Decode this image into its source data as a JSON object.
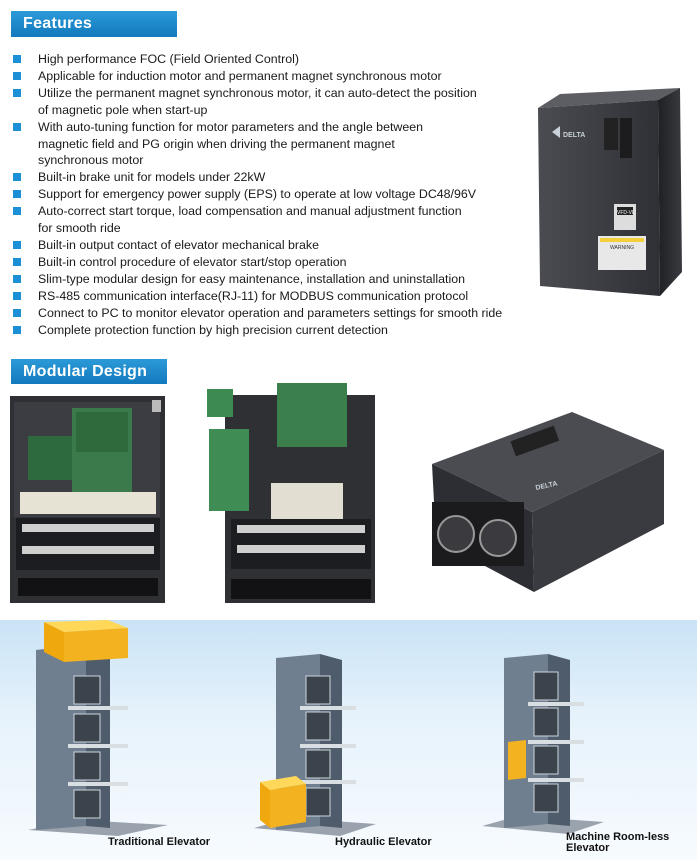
{
  "features": {
    "title": "Features",
    "items": [
      {
        "lines": [
          "High performance FOC (Field Oriented Control)"
        ]
      },
      {
        "lines": [
          "Applicable for induction motor and permanent magnet synchronous motor"
        ]
      },
      {
        "lines": [
          "Utilize the permanent magnet synchronous motor, it can auto-detect the position",
          "of magnetic pole when start-up"
        ]
      },
      {
        "lines": [
          "With auto-tuning function for motor parameters and the angle between",
          "magnetic field and PG origin when driving the permanent magnet",
          "synchronous motor"
        ]
      },
      {
        "lines": [
          "Built-in brake unit for models under 22kW"
        ]
      },
      {
        "lines": [
          "Support for emergency power supply (EPS) to operate at low voltage DC48/96V"
        ]
      },
      {
        "lines": [
          "Auto-correct start torque, load compensation and manual adjustment function",
          "for smooth ride"
        ]
      },
      {
        "lines": [
          "Built-in output contact of elevator mechanical brake"
        ]
      },
      {
        "lines": [
          "Built-in control procedure of elevator start/stop operation"
        ]
      },
      {
        "lines": [
          "Slim-type modular design for easy maintenance, installation and uninstallation"
        ]
      },
      {
        "lines": [
          "RS-485 communication interface(RJ-11) for MODBUS communication protocol"
        ]
      },
      {
        "lines": [
          "Connect to PC to monitor elevator operation and parameters settings for smooth ride"
        ]
      },
      {
        "lines": [
          "Complete protection function by high precision current detection"
        ]
      }
    ]
  },
  "product": {
    "logo_text": "DELTA",
    "badge_text": "VFD-VL",
    "warning_text": "WARNING"
  },
  "modular": {
    "title": "Modular Design",
    "drive_logo_text": "DELTA"
  },
  "elevators": {
    "traditional": "Traditional Elevator",
    "hydraulic": "Hydraulic Elevator",
    "mrl_line1": "Machine Room-less",
    "mrl_line2": "Elevator"
  },
  "colors": {
    "accent_blue": "#1c8fd6",
    "machine_yellow": "#f3b21f"
  }
}
